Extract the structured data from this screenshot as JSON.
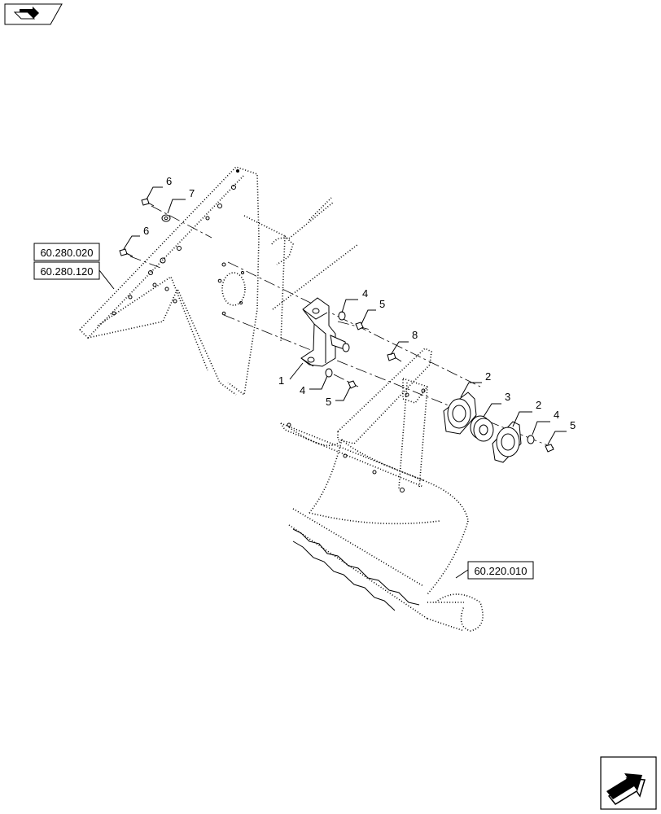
{
  "nav": {
    "prev_icon": "back-page-icon",
    "next_icon": "next-page-icon"
  },
  "references": [
    {
      "id": "ref-60-280-020",
      "text": "60.280.020"
    },
    {
      "id": "ref-60-280-120",
      "text": "60.280.120"
    },
    {
      "id": "ref-60-220-010",
      "text": "60.220.010"
    }
  ],
  "callouts": [
    {
      "id": "callout-6a",
      "text": "6"
    },
    {
      "id": "callout-7",
      "text": "7"
    },
    {
      "id": "callout-6b",
      "text": "6"
    },
    {
      "id": "callout-4a",
      "text": "4"
    },
    {
      "id": "callout-5a",
      "text": "5"
    },
    {
      "id": "callout-8",
      "text": "8"
    },
    {
      "id": "callout-1",
      "text": "1"
    },
    {
      "id": "callout-4b",
      "text": "4"
    },
    {
      "id": "callout-5b",
      "text": "5"
    },
    {
      "id": "callout-2a",
      "text": "2"
    },
    {
      "id": "callout-3",
      "text": "3"
    },
    {
      "id": "callout-2b",
      "text": "2"
    },
    {
      "id": "callout-4c",
      "text": "4"
    },
    {
      "id": "callout-5c",
      "text": "5"
    }
  ]
}
